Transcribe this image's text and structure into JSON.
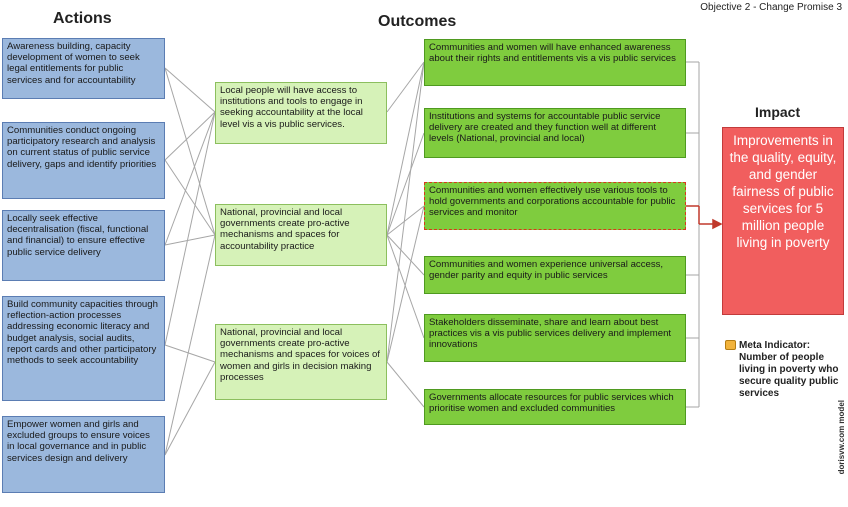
{
  "headers": {
    "actions": "Actions",
    "outcomes": "Outcomes",
    "impact": "Impact"
  },
  "corner_label": "Objective 2 - Change Promise 3",
  "actions": [
    "Awareness building, capacity development of women to seek legal entitlements for public services and for accountability",
    "Communities conduct ongoing participatory research and analysis on current status of public service delivery, gaps and identify priorities",
    "Locally seek effective decentralisation (fiscal, functional and financial) to ensure effective public service delivery",
    "Build community capacities through reflection-action processes addressing economic literacy and budget analysis, social audits, report cards and other participatory methods to seek accountability",
    "Empower women and girls and excluded groups to ensure voices in local governance and in public services design and delivery"
  ],
  "intermediate": [
    "Local people will have access to institutions and tools to engage in seeking accountability at the local level vis a vis public services.",
    "National, provincial and local governments create pro-active mechanisms and spaces for accountability practice",
    "National, provincial and local governments create pro-active mechanisms and spaces for voices of women and girls in decision making processes"
  ],
  "outcomes": [
    "Communities and women will have enhanced awareness about their rights and entitlements vis a vis public services",
    "Institutions and systems for accountable public service delivery are created and they function well at different levels (National, provincial and local)",
    "Communities and women effectively use various tools to hold governments and corporations accountable for public services and monitor",
    "Communities and women experience universal access, gender parity and equity in public services",
    "Stakeholders disseminate, share and learn about best practices vis a vis public services delivery and implement innovations",
    "Governments allocate resources for public services which prioritise women and excluded communities"
  ],
  "impact": "Improvements in the quality, equity, and gender fairness of public services for 5 million people living in poverty",
  "meta_indicator": {
    "label": "Meta Indicator:",
    "text": "Number of people living in poverty who secure quality public services",
    "icon": "indicator-icon"
  },
  "watermark": "dorisvw.com model",
  "colors": {
    "action": "#9bb8dd",
    "intermediate": "#d6f2b8",
    "outcome": "#7fcc3e",
    "impact": "#f15e5e",
    "connector_highlight": "#c0392b"
  }
}
